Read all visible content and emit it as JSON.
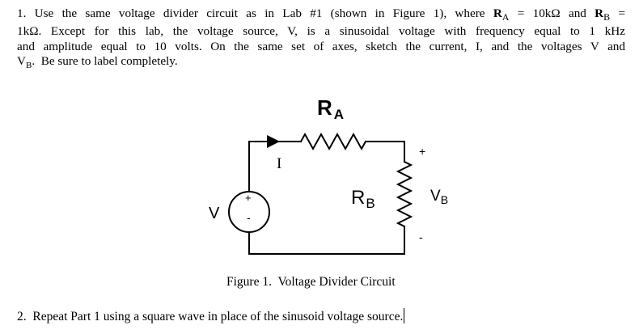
{
  "problem1": {
    "line1": {
      "before_ra": "1.  Use the same voltage divider circuit as in Lab #1 (shown in Figure 1), where ",
      "ra_letter": "R",
      "ra_sub": "A",
      "ra_value": " = 10kΩ and ",
      "rb_letter": "R",
      "rb_sub": "B",
      "rb_eq": " ="
    },
    "line2": "1kΩ.  Except for this lab, the voltage source, V, is a sinusoidal voltage with frequency equal to 1 kHz",
    "line3": "and amplitude equal to 10 volts. On the same set of axes, sketch the current, I, and the voltages V and",
    "line4": {
      "v_letter": "V",
      "v_sub": "B",
      "rest": ".  Be sure to label completely."
    }
  },
  "circuit": {
    "ra_label": "R",
    "ra_sub": "A",
    "rb_label": "R",
    "rb_sub": "B",
    "vb_label": "V",
    "vb_sub": "B",
    "source_label": "V",
    "current_label": "I",
    "plus_top": "+",
    "minus_bottom": "-",
    "source_plus": "+",
    "source_minus": "-"
  },
  "figure_caption": "Figure 1.  Voltage Divider Circuit",
  "problem2": "2.  Repeat Part 1 using a square wave in place of the sinusoid voltage source."
}
